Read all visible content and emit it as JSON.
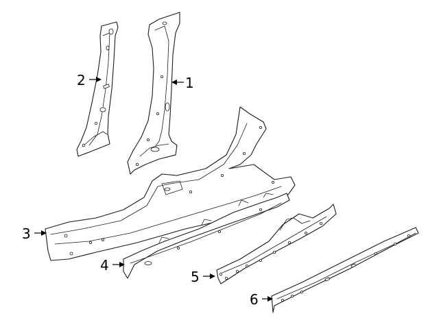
{
  "callouts": [
    {
      "id": "part-1",
      "label": "1"
    },
    {
      "id": "part-2",
      "label": "2"
    },
    {
      "id": "part-3",
      "label": "3"
    },
    {
      "id": "part-4",
      "label": "4"
    },
    {
      "id": "part-5",
      "label": "5"
    },
    {
      "id": "part-6",
      "label": "6"
    }
  ],
  "colors": {
    "line": "#1a1a1a",
    "background": "#ffffff"
  }
}
